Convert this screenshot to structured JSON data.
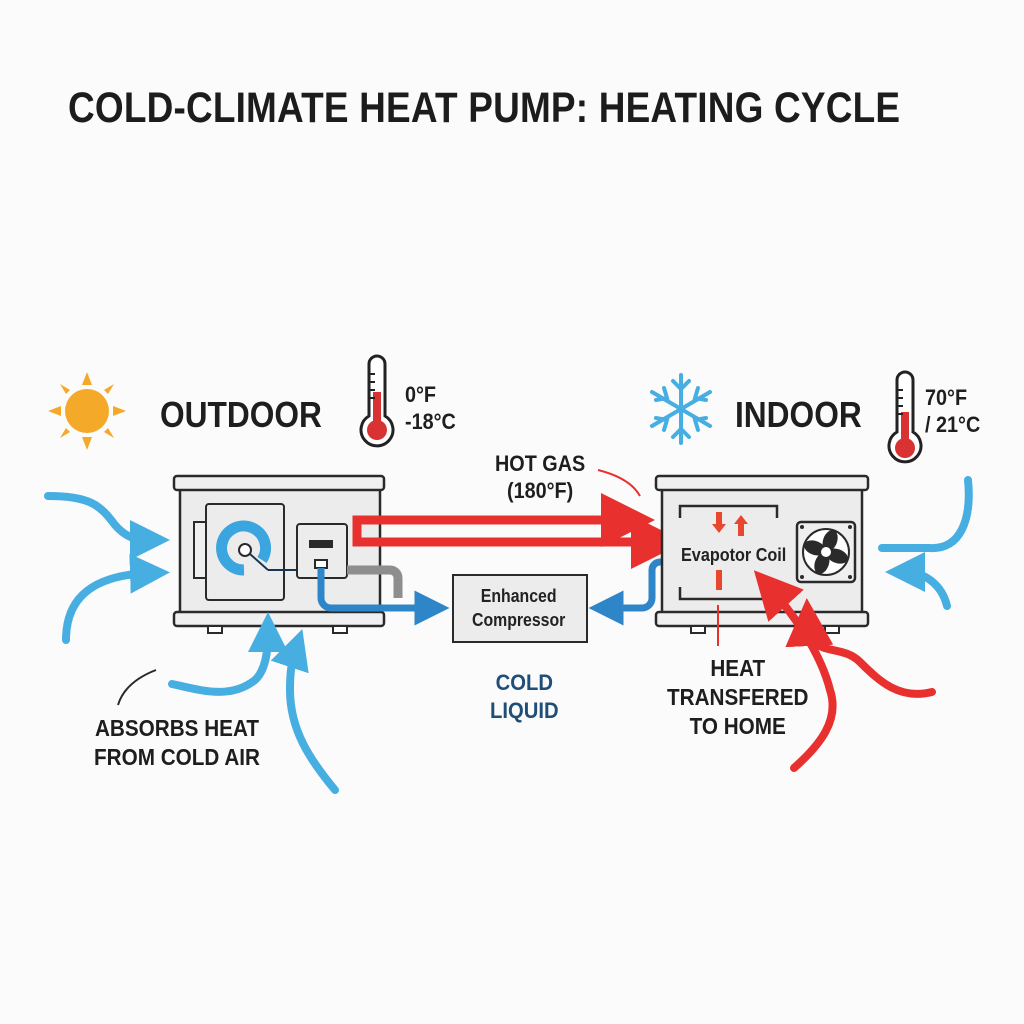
{
  "title": "COLD-CLIMATE HEAT PUMP: HEATING CYCLE",
  "outdoor": {
    "label": "OUTDOOR",
    "icon": "sun-icon",
    "temp_f": "0°F",
    "temp_c": "-18°C"
  },
  "indoor": {
    "label": "INDOOR",
    "icon": "snowflake-icon",
    "temp_f": "70°F",
    "temp_c": "/ 21°C"
  },
  "hot_gas": {
    "line1": "HOT GAS",
    "line2": "(180°F)"
  },
  "compressor": {
    "line1": "Enhanced",
    "line2": "Compressor"
  },
  "cold_liquid": {
    "line1": "COLD",
    "line2": "LIQUID"
  },
  "indoor_unit": {
    "coil_label": "Evapotor Coil"
  },
  "notes": {
    "absorbs_line1": "ABSORBS HEAT",
    "absorbs_line2": "FROM COLD AIR",
    "heat_line1": "HEAT",
    "heat_line2": "TRANSFERED",
    "heat_line3": "TO HOME"
  },
  "colors": {
    "hot": "#e8302f",
    "cold_air": "#47aee2",
    "refrigerant_blue": "#2e86c9",
    "sun": "#f4a928",
    "cold_text": "#1f4e79",
    "unit_fill": "#ececec",
    "outline": "#2a2a2a"
  }
}
